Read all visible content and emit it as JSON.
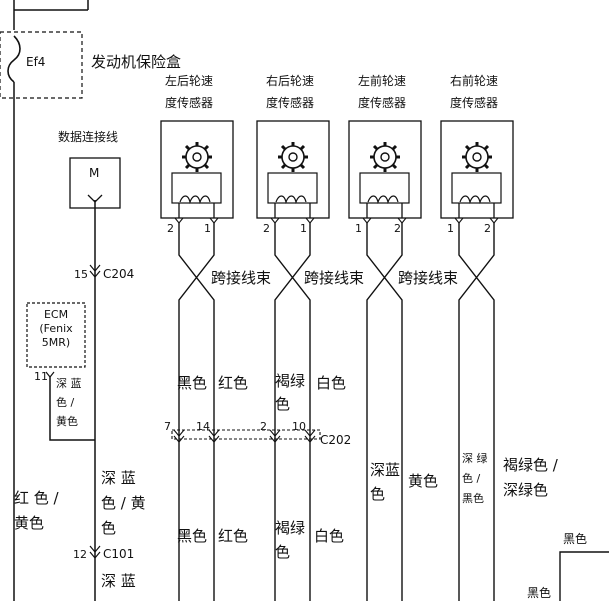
{
  "fuse": {
    "id": "Ef4",
    "box_label": "发动机保险盒"
  },
  "sensors": [
    {
      "line1": "左后轮速",
      "line2": "度传感器",
      "pin_left": "2",
      "pin_right": "1"
    },
    {
      "line1": "右后轮速",
      "line2": "度传感器",
      "pin_left": "2",
      "pin_right": "1"
    },
    {
      "line1": "左前轮速",
      "line2": "度传感器",
      "pin_left": "1",
      "pin_right": "2"
    },
    {
      "line1": "右前轮速",
      "line2": "度传感器",
      "pin_left": "1",
      "pin_right": "2"
    }
  ],
  "data_link": {
    "label": "数据连接线",
    "pin": "M"
  },
  "crossings": [
    "跨接线束",
    "跨接线束",
    "跨接线束"
  ],
  "c204": {
    "pin": "15",
    "name": "C204"
  },
  "ecm": {
    "line1": "ECM",
    "line2": "(Fenix",
    "line3": "5MR)",
    "pin": "11",
    "wire_a": "深 蓝",
    "wire_b": "色 /",
    "wire_c": "黄色"
  },
  "upper_colors": {
    "s1_left": "黑色",
    "s1_right": "红色",
    "s2_left_a": "褐绿",
    "s2_left_b": "色",
    "s2_right": "白色"
  },
  "c202": {
    "pins": [
      "7",
      "14",
      "2",
      "10"
    ],
    "name": "C202"
  },
  "lower_colors": {
    "s1_left": "黑色",
    "s1_right": "红色",
    "s2_left_a": "褐绿",
    "s2_left_b": "色",
    "s2_right": "白色",
    "s3_left_a": "深蓝",
    "s3_left_b": "色",
    "s3_right": "黄色",
    "s4_left_a": "深 绿",
    "s4_left_b": "色 /",
    "s4_left_c": "黑色",
    "s4_right_a": "褐绿色 /",
    "s4_right_b": "深绿色"
  },
  "left_wire": {
    "a": "红 色 /",
    "b": "黄色"
  },
  "mid_wire": {
    "a": "深    蓝",
    "b": "色 / 黄",
    "c": "色"
  },
  "c101": {
    "pin": "12",
    "name": "C101"
  },
  "bottom_wire": {
    "a": "深    蓝"
  },
  "ground": {
    "a": "黑色",
    "b": "黑色"
  }
}
